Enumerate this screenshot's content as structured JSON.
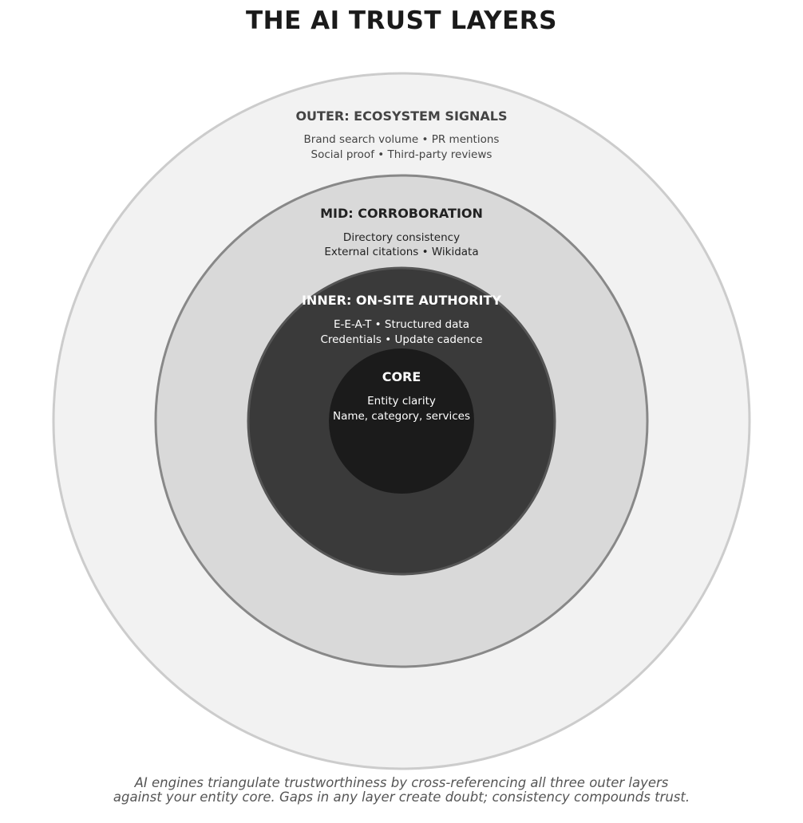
{
  "title": "THE AI TRUST LAYERS",
  "layers": {
    "outer": {
      "title": "OUTER: ECOSYSTEM SIGNALS",
      "lines": [
        "Brand search volume • PR mentions",
        "Social proof • Third-party reviews"
      ],
      "fill": "#f2f2f2",
      "stroke": "#cccccc",
      "text_color": "#444444"
    },
    "mid": {
      "title": "MID: CORROBORATION",
      "lines": [
        "Directory consistency",
        "External citations • Wikidata"
      ],
      "fill": "#d9d9d9",
      "stroke": "#888888",
      "text_color": "#222222"
    },
    "inner": {
      "title": "INNER: ON-SITE AUTHORITY",
      "lines": [
        "E-E-A-T • Structured data",
        "Credentials • Update cadence"
      ],
      "fill": "#3a3a3a",
      "stroke": "#555555",
      "text_color": "#ffffff"
    },
    "core": {
      "title": "CORE",
      "lines": [
        "Entity clarity",
        "Name, category, services"
      ],
      "fill": "#1b1b1b",
      "text_color": "#ffffff"
    }
  },
  "caption": {
    "line1": "AI engines triangulate trustworthiness by cross-referencing all three outer layers",
    "line2": "against your entity core. Gaps in any layer create doubt; consistency compounds trust."
  }
}
